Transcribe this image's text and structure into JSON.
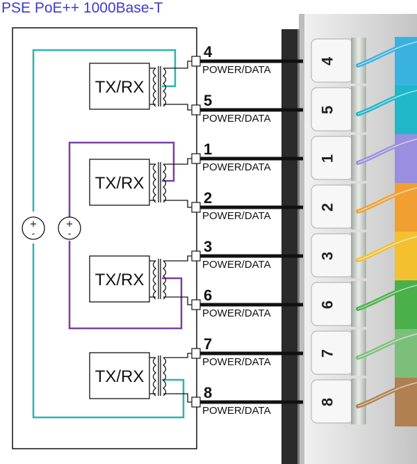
{
  "title": "PSE PoE++ 1000Base-T",
  "transceivers": [
    {
      "label": "TX/RX"
    },
    {
      "label": "TX/RX"
    },
    {
      "label": "TX/RX"
    },
    {
      "label": "TX/RX"
    }
  ],
  "pins": [
    {
      "number": "4",
      "label": "POWER/DATA",
      "wire_color": "#3ab2e0"
    },
    {
      "number": "5",
      "label": "POWER/DATA",
      "wire_color": "#1fb7c9"
    },
    {
      "number": "1",
      "label": "POWER/DATA",
      "wire_color": "#9a8ee0"
    },
    {
      "number": "2",
      "label": "POWER/DATA",
      "wire_color": "#f0a030"
    },
    {
      "number": "3",
      "label": "POWER/DATA",
      "wire_color": "#f3c030"
    },
    {
      "number": "6",
      "label": "POWER/DATA",
      "wire_color": "#49b04a"
    },
    {
      "number": "7",
      "label": "POWER/DATA",
      "wire_color": "#7bbf7b"
    },
    {
      "number": "8",
      "label": "POWER/DATA",
      "wire_color": "#b08050"
    }
  ],
  "supplies": [
    {
      "plus": "+",
      "minus": "-"
    },
    {
      "plus": "+",
      "minus": "-"
    }
  ],
  "colors": {
    "teal_loop": "#2bb3b0",
    "purple_loop": "#7a3fa0",
    "title": "#3a3ad0"
  }
}
